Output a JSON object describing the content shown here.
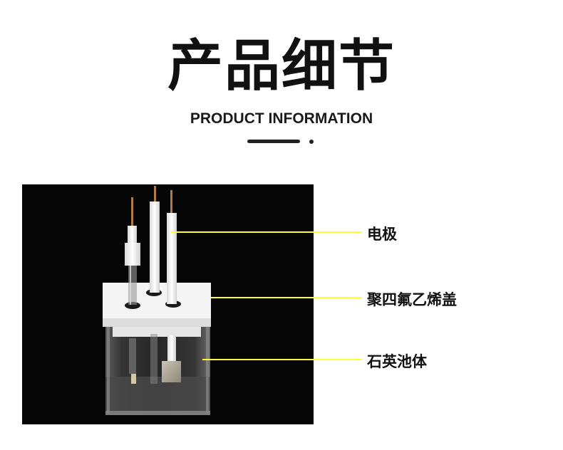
{
  "header": {
    "title_cn": "产品细节",
    "title_en": "PRODUCT INFORMATION"
  },
  "callouts": [
    {
      "label": "电极"
    },
    {
      "label": "聚四氟乙烯盖"
    },
    {
      "label": "石英池体"
    }
  ],
  "colors": {
    "leader_line": "#ffff33",
    "photo_background": "#050505",
    "text": "#111111"
  }
}
